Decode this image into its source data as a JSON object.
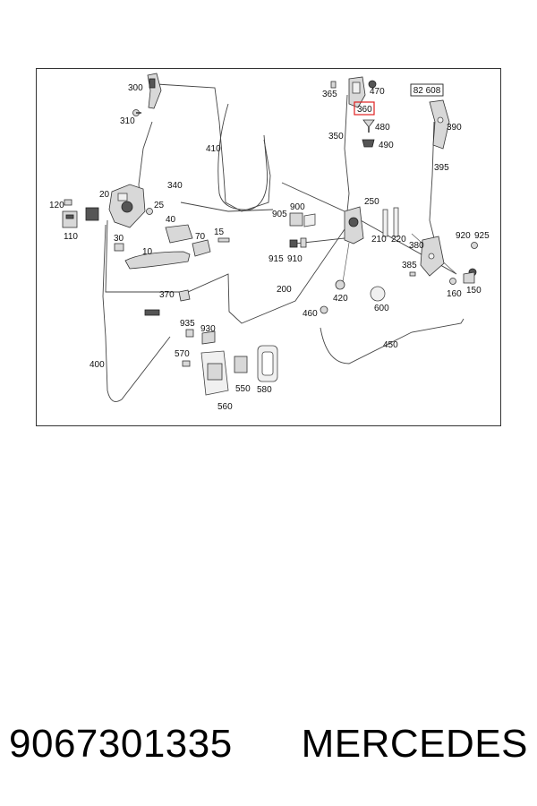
{
  "diagram": {
    "ref_box_label": "82 608",
    "highlighted_label": "360",
    "highlight_color": "#e02020",
    "part_labels": {
      "p300": "300",
      "p310": "310",
      "p410": "410",
      "p340": "340",
      "p365": "365",
      "p470": "470",
      "p360": "360",
      "p480": "480",
      "p490": "490",
      "p350": "350",
      "p390": "390",
      "p395": "395",
      "p120": "120",
      "p20": "20",
      "p25": "25",
      "p110": "110",
      "p40": "40",
      "p30": "30",
      "p10": "10",
      "p70": "70",
      "p15": "15",
      "p905": "905",
      "p900": "900",
      "p250": "250",
      "p210": "210",
      "p220": "220",
      "p915": "915",
      "p910": "910",
      "p380": "380",
      "p920": "920",
      "p925": "925",
      "p385": "385",
      "p160": "160",
      "p150": "150",
      "p370": "370",
      "p200": "200",
      "p420": "420",
      "p600": "600",
      "p460": "460",
      "p935": "935",
      "p930": "930",
      "p400": "400",
      "p570": "570",
      "p550": "550",
      "p580": "580",
      "p560": "560",
      "p450": "450"
    }
  },
  "footer": {
    "part_number": "9067301335",
    "brand": "MERCEDES"
  }
}
